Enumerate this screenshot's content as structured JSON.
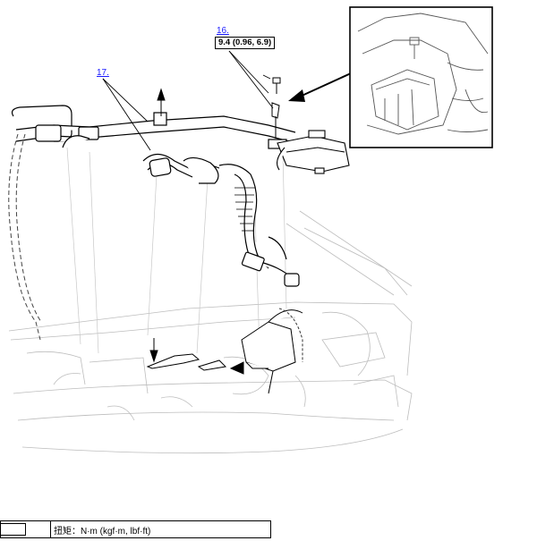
{
  "callouts": {
    "part_16": "16.",
    "part_17": "17."
  },
  "torque": {
    "value": "9.4 (0.96, 6.9)"
  },
  "legend": {
    "text": "扭矩：N·m (kgf·m, lbf·ft)"
  },
  "colors": {
    "link": "#1a1aff",
    "line": "#000000",
    "faint_line": "#b5b5b5"
  }
}
